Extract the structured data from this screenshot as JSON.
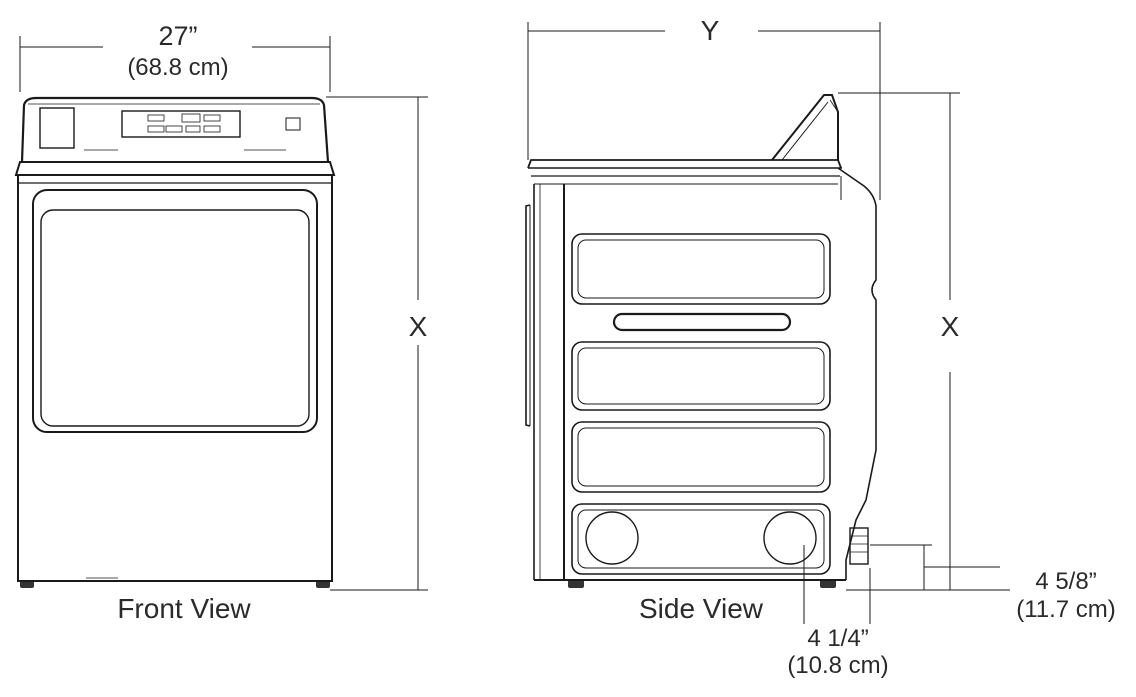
{
  "front_view": {
    "title": "Front View",
    "width_in": "27”",
    "width_cm": "(68.8 cm)",
    "height_label": "X"
  },
  "side_view": {
    "title": "Side View",
    "depth_label": "Y",
    "height_label": "X",
    "clearance_a_in": "4 5/8”",
    "clearance_a_cm": "(11.7 cm)",
    "clearance_b_in": "4 1/4”",
    "clearance_b_cm": "(10.8 cm)"
  }
}
